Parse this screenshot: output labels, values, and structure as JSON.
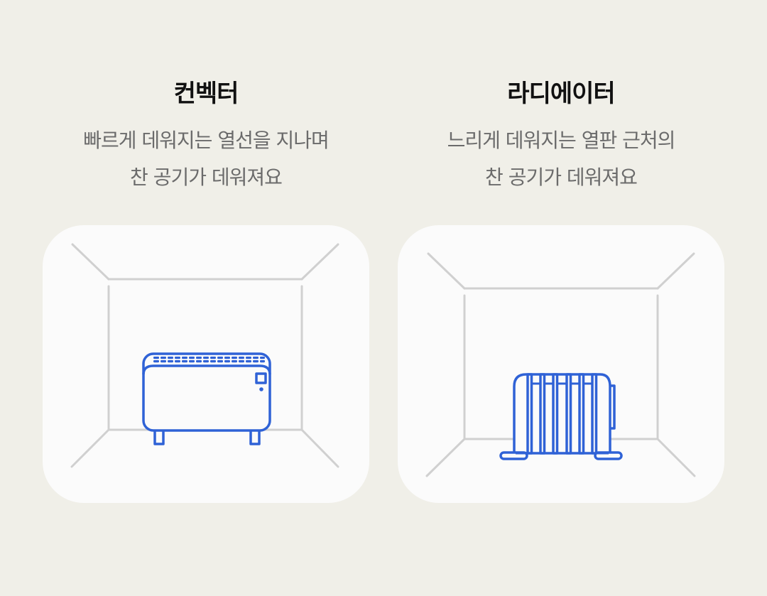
{
  "colors": {
    "background": "#f0efe8",
    "card": "#fbfbfb",
    "title": "#111111",
    "description": "#6b6b6b",
    "room_lines": "#d0d0d0",
    "icon_stroke": "#2f62d6"
  },
  "panels": [
    {
      "title": "컨벡터",
      "description_lines": [
        "빠르게 데워지는 열선을 지나며",
        "찬 공기가 데워져요"
      ],
      "illustration": "convector-heater-icon"
    },
    {
      "title": "라디에이터",
      "description_lines": [
        "느리게 데워지는 열판 근처의",
        "찬 공기가 데워져요"
      ],
      "illustration": "oil-radiator-icon"
    }
  ]
}
